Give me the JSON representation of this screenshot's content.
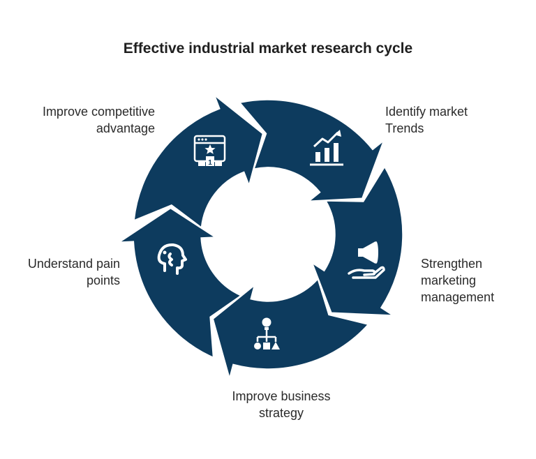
{
  "title": "Effective industrial market research cycle",
  "colors": {
    "segment_fill": "#0d3b5e",
    "segment_stroke": "#ffffff",
    "icon": "#ffffff",
    "text": "#2a2a2a"
  },
  "steps": [
    {
      "lines": [
        "Identify market",
        "Trends"
      ],
      "icon": "rising-bar-chart-icon"
    },
    {
      "lines": [
        "Strengthen",
        "marketing",
        "management"
      ],
      "icon": "megaphone-hand-icon"
    },
    {
      "lines": [
        "Improve business",
        "strategy"
      ],
      "icon": "lightbulb-flowchart-icon"
    },
    {
      "lines": [
        "Understand pain",
        "points"
      ],
      "icon": "heads-profile-icon"
    },
    {
      "lines": [
        "Improve competitive",
        "advantage"
      ],
      "icon": "web-podium-star-icon"
    }
  ]
}
